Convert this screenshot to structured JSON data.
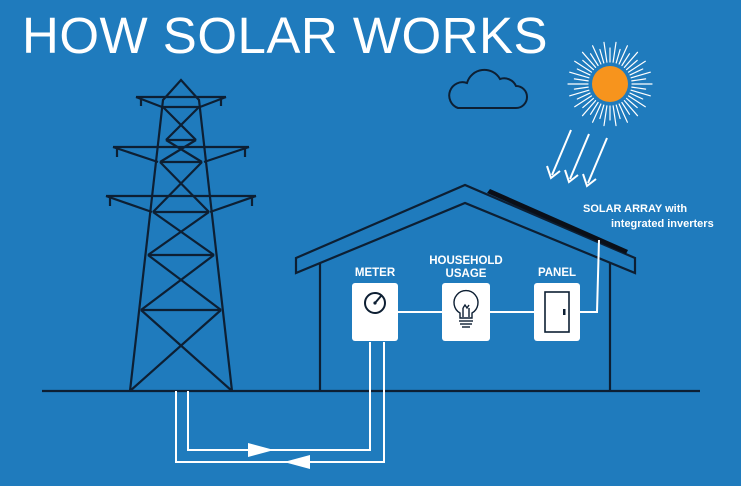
{
  "title": "HOW SOLAR WORKS",
  "labels": {
    "meter": "METER",
    "household_line1": "HOUSEHOLD",
    "household_line2": "USAGE",
    "panel": "PANEL",
    "solar_line1": "SOLAR ARRAY with",
    "solar_line2": "integrated inverters"
  },
  "colors": {
    "background": "#1f7bbd",
    "line": "#0d1f33",
    "white": "#ffffff",
    "sun": "#f7941d",
    "solar_panel": "#0a0f18"
  },
  "icons": [
    "transmission-tower-icon",
    "cloud-icon",
    "sun-icon",
    "house-icon",
    "meter-icon",
    "light-bulb-icon",
    "electrical-panel-icon"
  ]
}
